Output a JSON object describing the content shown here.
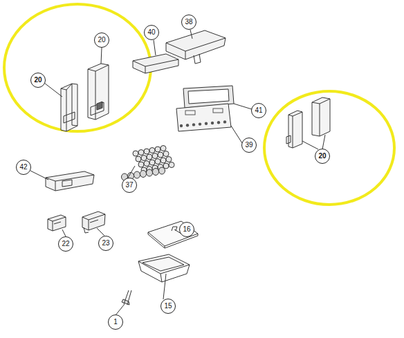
{
  "diagram": {
    "labels": [
      "20",
      "20",
      "40",
      "38",
      "41",
      "39",
      "20",
      "37",
      "42",
      "22",
      "23",
      "16",
      "15",
      "1"
    ]
  }
}
